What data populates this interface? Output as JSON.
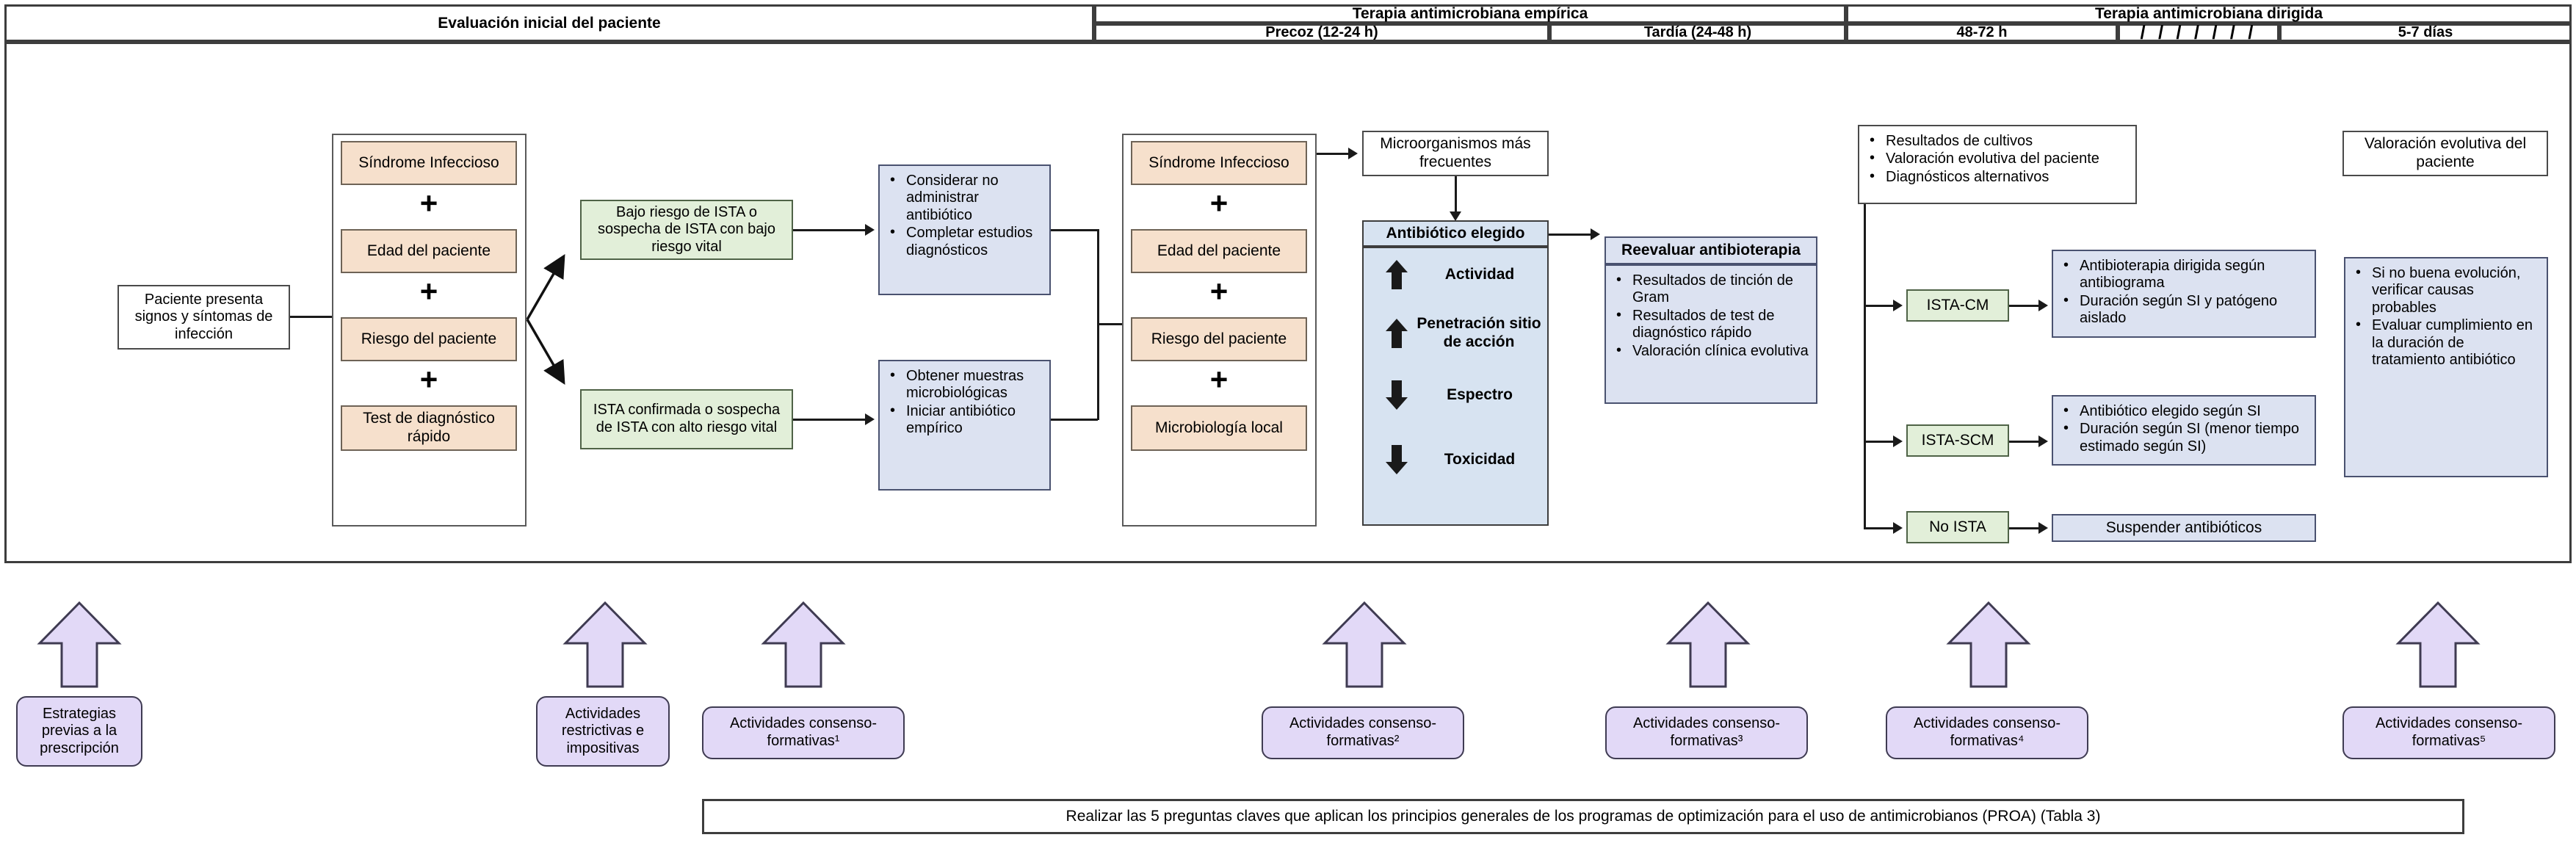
{
  "header": {
    "phases": [
      {
        "title": "Evaluación inicial del paciente",
        "subs": []
      },
      {
        "title": "Terapia antimicrobiana empírica",
        "subs": [
          "Precoz (12-24 h)",
          "Tardía (24-48 h)"
        ]
      },
      {
        "title": "Terapia antimicrobiana dirigida",
        "subs": [
          "48-72 h",
          "/ / / / / / /",
          "5-7 días"
        ]
      }
    ]
  },
  "flow": {
    "start_box": "Paciente presenta signos y síntomas de infección",
    "assessment_group": {
      "items": [
        "Síndrome Infeccioso",
        "Edad del paciente",
        "Riesgo del paciente",
        "Test de diagnóstico rápido"
      ],
      "connector": "+"
    },
    "risk_low": "Bajo riesgo de ISTA o sospecha de ISTA con bajo riesgo vital",
    "risk_high": "ISTA confirmada o sospecha de ISTA con alto riesgo vital",
    "action_low": [
      "Considerar no administrar antibiótico",
      "Completar estudios diagnósticos"
    ],
    "action_high": [
      "Obtener muestras microbiológicas",
      "Iniciar antibiótico empírico"
    ],
    "empiric_group": {
      "items": [
        "Síndrome Infeccioso",
        "Edad del paciente",
        "Riesgo del paciente",
        "Microbiología local"
      ],
      "connector": "+"
    },
    "microorganisms": "Microorganismos más frecuentes",
    "antibiotic_chosen": {
      "title": "Antibiótico elegido",
      "criteria": [
        {
          "label": "Actividad",
          "direction": "up"
        },
        {
          "label": "Penetración sitio de acción",
          "direction": "up"
        },
        {
          "label": "Espectro",
          "direction": "down"
        },
        {
          "label": "Toxicidad",
          "direction": "down"
        }
      ]
    },
    "reassess": {
      "title": "Reevaluar antibioterapia",
      "items": [
        "Resultados de tinción de Gram",
        "Resultados de test de diagnóstico rápido",
        "Valoración clínica evolutiva"
      ]
    },
    "culture_inputs": [
      "Resultados de cultivos",
      "Valoración evolutiva del paciente",
      "Diagnósticos alternativos"
    ],
    "outcomes": [
      {
        "tag": "ISTA-CM",
        "actions": [
          "Antibioterapia dirigida según antibiograma",
          "Duración según SI y patógeno aislado"
        ]
      },
      {
        "tag": "ISTA-SCM",
        "actions": [
          "Antibiótico elegido según SI",
          "Duración según SI (menor tiempo estimado según SI)"
        ]
      },
      {
        "tag": "No ISTA",
        "actions": [
          "Suspender  antibióticos"
        ]
      }
    ],
    "evolution_box": "Valoración evolutiva del paciente",
    "final_actions": [
      "Si no buena evolución, verificar causas probables",
      "Evaluar cumplimiento en la duración de tratamiento antibiótico"
    ]
  },
  "interventions": [
    {
      "label": "Estrategias previas a la prescripción"
    },
    {
      "label": "Actividades restrictivas e impositivas"
    },
    {
      "label": "Actividades consenso-formativas¹"
    },
    {
      "label": "Actividades consenso-formativas²"
    },
    {
      "label": "Actividades consenso-formativas³"
    },
    {
      "label": "Actividades consenso-formativas⁴"
    },
    {
      "label": "Actividades consenso-formativas⁵"
    }
  ],
  "footer": {
    "note": "Realizar las 5 preguntas claves que aplican los principios generales de los programas de optimización para el uso de antimicrobianos (PROA) (Tabla 3)"
  },
  "colors": {
    "tan": "#f6e0cc",
    "green": "#e2efd9",
    "blue": "#dce2f1",
    "blue_light": "#d7e3f1",
    "purple": "#e2d9f7",
    "border": "#3d3d3d"
  }
}
